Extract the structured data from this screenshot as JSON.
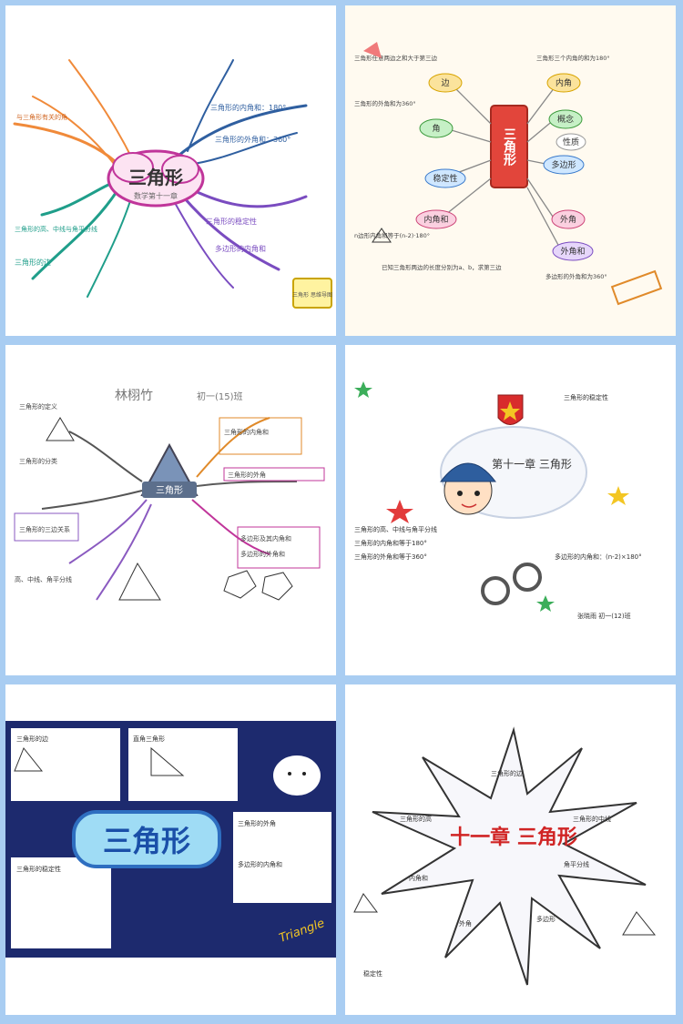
{
  "panel1": {
    "title": "三角形",
    "subtitle": "数学第十一章",
    "branch_texts": [
      "三角形的外角和：360°",
      "三角形的内角和：180°",
      "三角形的稳定性",
      "三角形的高、中线与角平分线",
      "与三角形有关的角",
      "多边形的内角和",
      "三角形的边"
    ],
    "stamp_text": "三角形 思维导图"
  },
  "panel2": {
    "center_title": "三角形",
    "nodes": [
      "内角",
      "外角",
      "多边形",
      "边",
      "角",
      "稳定性",
      "内角和",
      "外角和",
      "概念",
      "性质"
    ],
    "notes": [
      "三角形三个内角的和为180°",
      "三角形任意两边之和大于第三边",
      "三角形的外角和为360°",
      "n边形内角和等于(n-2)·180°",
      "多边形的外角和为360°",
      "已知三角形两边的长度分别为a、b，求第三边"
    ]
  },
  "panel3": {
    "name": "林栩竹",
    "class_label": "初一(15)班",
    "center_title": "三角形",
    "left_notes": [
      "三角形的定义",
      "三角形的分类",
      "三角形的三边关系",
      "高、中线、角平分线"
    ],
    "right_notes": [
      "三角形的内角和",
      "三角形的外角",
      "多边形及其内角和",
      "多边形的外角和"
    ]
  },
  "panel4": {
    "center_title": "第十一章 三角形",
    "notes": [
      "三角形的高、中线与角平分线",
      "三角形的内角和等于180°",
      "三角形的外角和等于360°",
      "多边形的内角和：(n-2)×180°",
      "三角形的稳定性"
    ],
    "signature": "张晓雨 初一(12)班"
  },
  "panel5": {
    "center_title": "三角形",
    "english_title": "Triangle",
    "notes": [
      "直角三角形",
      "三角形的外角",
      "三角形的稳定性",
      "多边形的内角和",
      "三角形的边"
    ]
  },
  "panel6": {
    "center_title": "十一章 三角形",
    "notes": [
      "三角形的边",
      "三角形的高",
      "三角形的中线",
      "角平分线",
      "内角和",
      "外角",
      "多边形",
      "稳定性"
    ]
  }
}
